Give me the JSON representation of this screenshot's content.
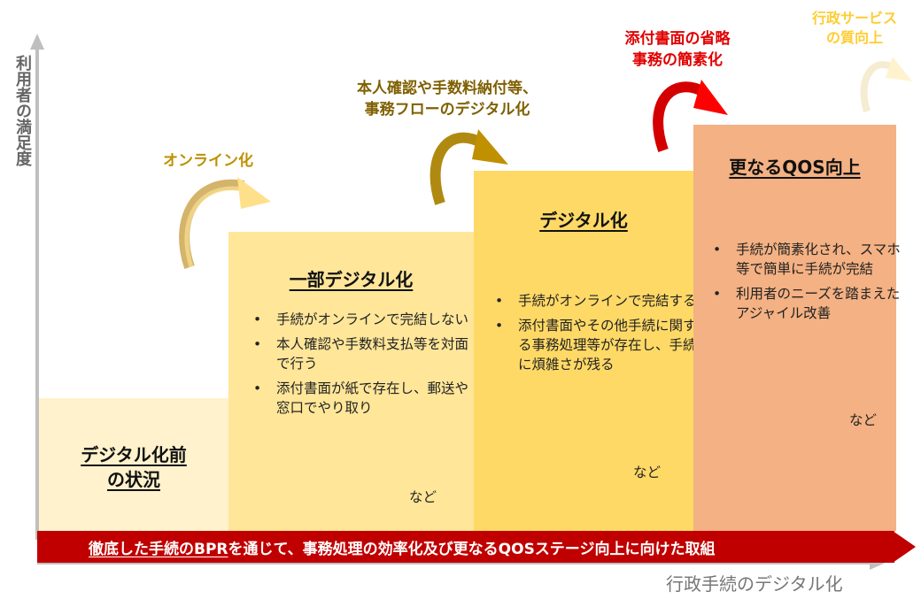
{
  "axes": {
    "y_label": "利用者の満足度",
    "x_label": "行政手続のデジタル化"
  },
  "stages": [
    {
      "title": "デジタル化前の状況",
      "title_lines": [
        "デジタル化前",
        "の状況"
      ],
      "color": "#fff2cc",
      "bullets": [],
      "note": ""
    },
    {
      "title": "一部デジタル化",
      "color": "#ffe699",
      "bullets": [
        "手続がオンラインで完結しない",
        "本人確認や手数料支払等を対面で行う",
        "添付書面が紙で存在し、郵送や窓口でやり取り"
      ],
      "note": "など"
    },
    {
      "title": "デジタル化",
      "color": "#ffd966",
      "bullets": [
        "手続がオンラインで完結する",
        "添付書面やその他手続に関する事務処理等が存在し、手続に煩雑さが残る"
      ],
      "note": "など"
    },
    {
      "title": "更なるQOS向上",
      "color": "#f4b183",
      "bullets": [
        "手続が簡素化され、スマホ等で簡単に手続が完結",
        "利用者のニーズを踏まえたアジャイル改善"
      ],
      "note": "など"
    }
  ],
  "transitions": [
    {
      "label": "オンライン化",
      "color": "#bf9000"
    },
    {
      "label_lines": [
        "本人確認や手数料納付等、",
        "事務フローのデジタル化"
      ],
      "color": "#7f6000"
    },
    {
      "label_lines": [
        "添付書面の省略",
        "事務の簡素化"
      ],
      "color": "#e00000"
    },
    {
      "label_lines": [
        "行政サービス",
        "の質向上"
      ],
      "color": "#ffc000"
    }
  ],
  "banner": {
    "underlined": "徹底した手続のBPR",
    "rest": "を通じて、事務処理の効率化及び更なるQOSステージ向上に向けた取組",
    "color": "#c00000"
  }
}
